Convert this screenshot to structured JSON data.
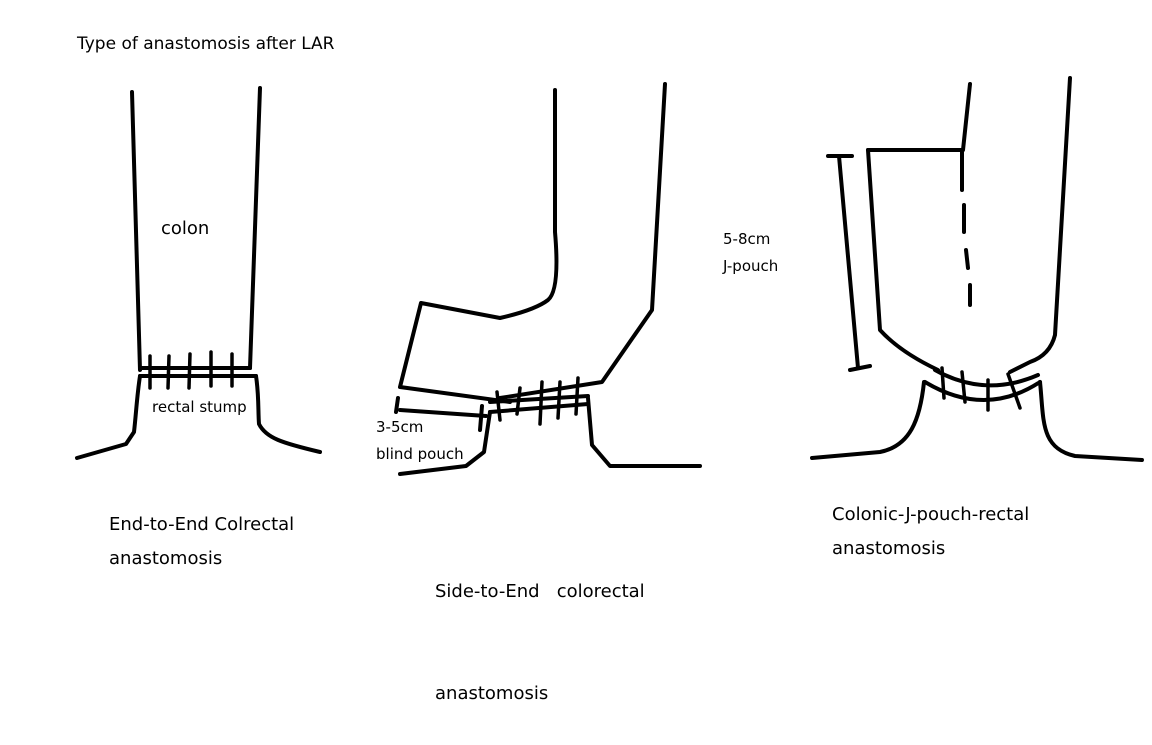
{
  "title": "Type of anastomosis after LAR",
  "panel1": {
    "colon_label": "colon",
    "stump_label": "rectal stump",
    "caption_line1": "End-to-End Colrectal",
    "caption_line2": "anastomosis"
  },
  "panel2": {
    "length_label": "3-5cm",
    "pouch_label": "blind pouch",
    "caption_line1": "Side-to-End   colorectal",
    "caption_line2": "anastomosis"
  },
  "panel3": {
    "length_label": "5-8cm",
    "pouch_label": "J-pouch",
    "caption_line1": "Colonic-J-pouch-rectal",
    "caption_line2": "anastomosis"
  }
}
